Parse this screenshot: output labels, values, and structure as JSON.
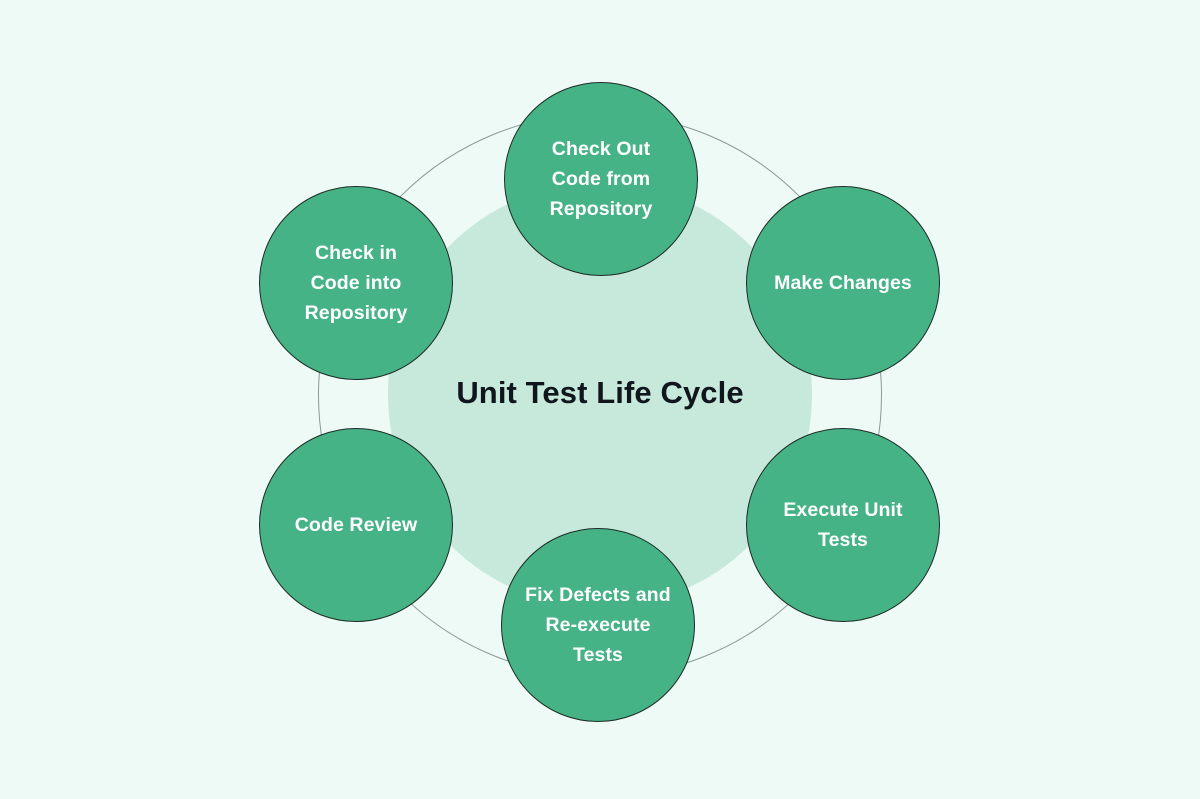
{
  "diagram": {
    "title": "Unit Test Life Cycle",
    "type": "cycle-diagram",
    "background_color": "#edfaf5",
    "center_disc_color": "#c6e9dc",
    "node_color": "#45b386",
    "node_text_color": "#ffffff",
    "ring_color": "#8a9a94",
    "nodes": [
      {
        "id": "check-out",
        "label": "Check Out\nCode from\nRepository",
        "order": 1,
        "position": "top"
      },
      {
        "id": "make-changes",
        "label": "Make Changes",
        "order": 2,
        "position": "top-right"
      },
      {
        "id": "execute-tests",
        "label": "Execute Unit\nTests",
        "order": 3,
        "position": "bottom-right"
      },
      {
        "id": "fix-defects",
        "label": "Fix Defects and\nRe-execute\nTests",
        "order": 4,
        "position": "bottom"
      },
      {
        "id": "code-review",
        "label": "Code Review",
        "order": 5,
        "position": "bottom-left"
      },
      {
        "id": "check-in",
        "label": "Check in\nCode into\nRepository",
        "order": 6,
        "position": "top-left"
      }
    ]
  }
}
